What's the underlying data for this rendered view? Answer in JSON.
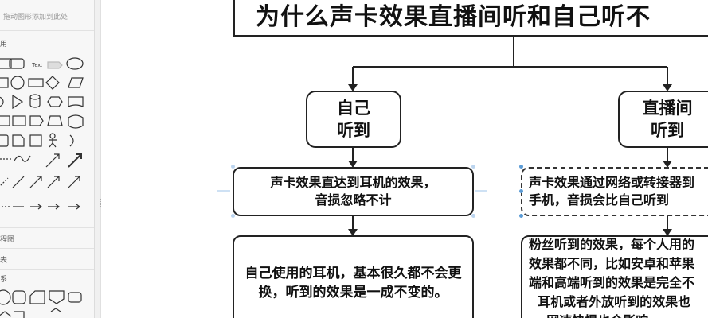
{
  "sidebar": {
    "drag_hint": "拖动图形添加到此处",
    "section_general": "用",
    "section_flowchart": "程图",
    "section_a": "表",
    "section_b": "系",
    "text_shape_label": "Text"
  },
  "diagram": {
    "title": "为什么声卡效果直播间听和自己听不",
    "node_self": "自己\n听到",
    "node_live": "直播间\n听到",
    "desc_self": "声卡效果直达到耳机的效果，\n音损忽略不计",
    "desc_live": "声卡效果通过网络或转接器到\n手机，音损会比自己听到",
    "detail_self": "自己使用的耳机，基本很久都不会更\n换，听到的效果是一成不变的。",
    "detail_live": "粉丝听到的效果，每个人用的\n效果都不同，比如安卓和苹果\n端和高端听到的效果是完全不\n  耳机或者外放听到的效果也\n    网速快慢也会影响"
  },
  "colors": {
    "selection_handle": "#5b9bd5",
    "box_border": "#222222"
  }
}
